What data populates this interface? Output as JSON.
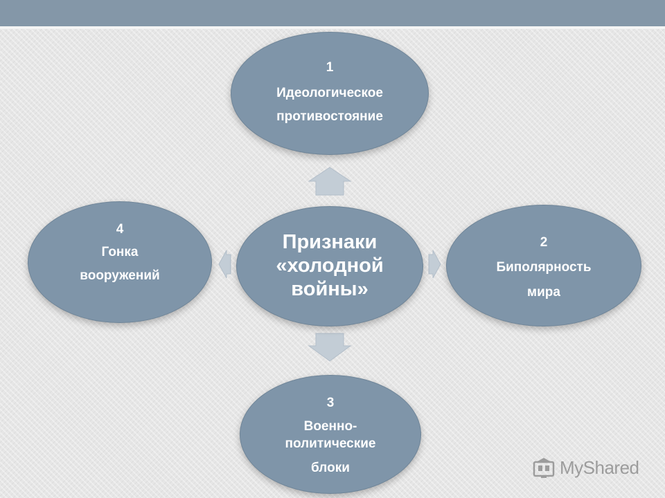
{
  "diagram": {
    "center": {
      "lines": [
        "Признаки",
        "«холодной",
        "войны»"
      ]
    },
    "nodes": [
      {
        "number": "1",
        "lines": [
          "Идеологическое",
          "противостояние"
        ]
      },
      {
        "number": "2",
        "lines": [
          "Биполярность",
          "мира"
        ]
      },
      {
        "number": "3",
        "lines": [
          "Военно-",
          "политические",
          "блоки"
        ]
      },
      {
        "number": "4",
        "lines": [
          "Гонка",
          "вооружений"
        ]
      }
    ]
  },
  "colors": {
    "node_fill": "#7f95a9",
    "arrow_fill": "#c3cdd6",
    "header_bar": "#8497a8"
  },
  "watermark": {
    "text": "MyShared",
    "icon": "mortarboard-icon"
  }
}
